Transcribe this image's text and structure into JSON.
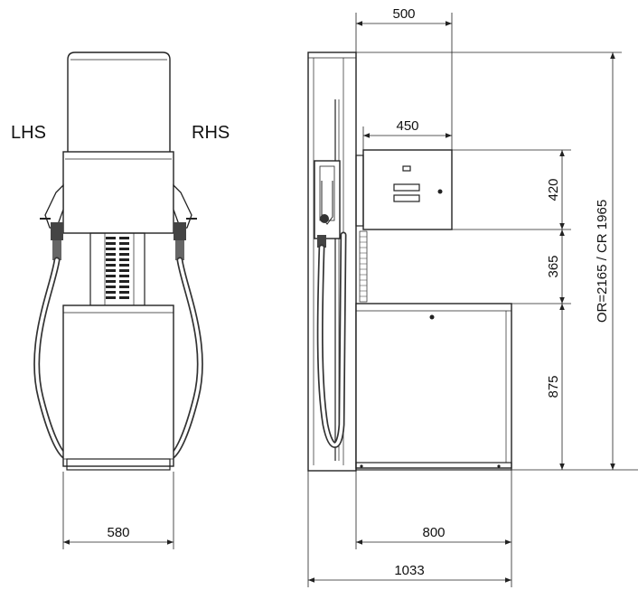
{
  "labels": {
    "left_side": "LHS",
    "right_side": "RHS"
  },
  "dimensions": {
    "front_width": "580",
    "top_depth": "500",
    "head_depth": "450",
    "head_height": "420",
    "mid_height": "365",
    "base_height": "875",
    "total_height": "OR=2165 / CR 1965",
    "base_depth": "800",
    "total_depth": "1033"
  }
}
